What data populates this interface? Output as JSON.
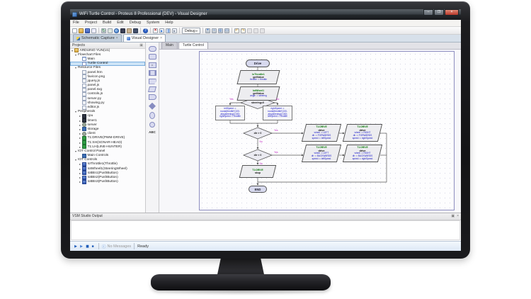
{
  "window": {
    "title": "WiFi Turtle Control - Proteus 8 Professional (DEV) - Visual Designer",
    "buttons": {
      "minimize": "–",
      "maximize": "❐",
      "close": "×"
    }
  },
  "menu": {
    "items": [
      {
        "label": "File"
      },
      {
        "label": "Project"
      },
      {
        "label": "Build"
      },
      {
        "label": "Edit"
      },
      {
        "label": "Debug"
      },
      {
        "label": "System"
      },
      {
        "label": "Help"
      }
    ]
  },
  "toolbar": {
    "icons": [
      {
        "icon": "new-file"
      },
      {
        "icon": "open-folder"
      },
      {
        "icon": "save"
      },
      {
        "icon": "import-file"
      },
      {
        "icon": "sep"
      },
      {
        "icon": "refresh"
      },
      {
        "icon": "export"
      },
      {
        "icon": "world"
      },
      {
        "icon": "chip"
      },
      {
        "icon": "build"
      },
      {
        "icon": "debug-chip"
      },
      {
        "icon": "sep"
      },
      {
        "icon": "help"
      },
      {
        "icon": "sep"
      },
      {
        "icon": "sim-stop"
      },
      {
        "icon": "sim-play"
      },
      {
        "icon": "sim-pause"
      },
      {
        "icon": "sim-step"
      },
      {
        "icon": "sep"
      },
      {
        "icon": "debug-dd",
        "label": "Debug"
      },
      {
        "icon": "sep"
      },
      {
        "icon": "zoom-in"
      },
      {
        "icon": "zoom-out"
      },
      {
        "icon": "zoom-all"
      },
      {
        "icon": "zoom-area"
      },
      {
        "icon": "sep"
      },
      {
        "icon": "undo"
      },
      {
        "icon": "redo"
      },
      {
        "icon": "cut"
      },
      {
        "icon": "copy"
      },
      {
        "icon": "paste"
      }
    ]
  },
  "doc_tabs": {
    "tabs": [
      {
        "icon": "schematic",
        "label": "Schematic Capture",
        "close": "×"
      },
      {
        "icon": "visual",
        "label": "Visual Designer",
        "close": "×",
        "active": "1"
      }
    ]
  },
  "projects": {
    "title": "Projects",
    "pin": "▣",
    "tree": [
      {
        "d": "0",
        "exp": "▾",
        "icon": "folder",
        "label": "ARDUINO YUN(U1)"
      },
      {
        "d": "1",
        "exp": "▾",
        "label": "Flowchart Files"
      },
      {
        "d": "2",
        "icon": "doc",
        "label": "Main"
      },
      {
        "d": "2",
        "icon": "doc",
        "label": "Turtle Control",
        "sel": "1"
      },
      {
        "d": "1",
        "exp": "▾",
        "label": "Resource Files"
      },
      {
        "d": "2",
        "icon": "doc-gray",
        "label": "panel.htm"
      },
      {
        "d": "2",
        "icon": "doc-gray",
        "label": "favicon.png"
      },
      {
        "d": "2",
        "icon": "doc-gray",
        "label": "jquery.js"
      },
      {
        "d": "2",
        "icon": "doc-gray",
        "label": "panel.js"
      },
      {
        "d": "2",
        "icon": "doc-gray",
        "label": "panel.svg"
      },
      {
        "d": "2",
        "icon": "doc-gray",
        "label": "controls.js"
      },
      {
        "d": "2",
        "icon": "doc-gray",
        "label": "server.py"
      },
      {
        "d": "2",
        "icon": "doc-gray",
        "label": "showing.py"
      },
      {
        "d": "2",
        "icon": "doc-gray",
        "label": "editor.js"
      },
      {
        "d": "1",
        "exp": "▾",
        "label": "Peripherals"
      },
      {
        "d": "2",
        "exp": "▸",
        "icon": "chip-dark",
        "label": "cpu"
      },
      {
        "d": "2",
        "exp": "▸",
        "icon": "chip-dark",
        "label": "timer1"
      },
      {
        "d": "2",
        "exp": "▸",
        "icon": "gear",
        "label": "server"
      },
      {
        "d": "2",
        "exp": "▸",
        "icon": "storage",
        "label": "storage"
      },
      {
        "d": "2",
        "exp": "▸",
        "icon": "gear",
        "label": "client"
      },
      {
        "d": "2",
        "exp": "▸",
        "icon": "chip-green",
        "label": "T1:DRIVE(PWM-DRIVE)"
      },
      {
        "d": "2",
        "exp": "▸",
        "icon": "chip-green",
        "label": "T1:SH(SONAR-HEAD)"
      },
      {
        "d": "2",
        "exp": "▸",
        "icon": "chip-green",
        "label": "T1:LH(LINE-HUNTER)"
      },
      {
        "d": "1",
        "exp": "▾",
        "label": "IOT Control Panel"
      },
      {
        "d": "2",
        "icon": "panel",
        "label": "Main Controls"
      },
      {
        "d": "1",
        "exp": "▾",
        "label": "IOT Controls"
      },
      {
        "d": "2",
        "exp": "▸",
        "icon": "iot",
        "label": "IoThrottle1(Throttle)"
      },
      {
        "d": "2",
        "exp": "▸",
        "icon": "iot",
        "label": "IotWheel1(SteeringWheel)"
      },
      {
        "d": "2",
        "exp": "▸",
        "icon": "iot",
        "label": "IotBtn1(PushButton)"
      },
      {
        "d": "2",
        "exp": "▸",
        "icon": "iot",
        "label": "IotBtn2(PushButton)"
      },
      {
        "d": "2",
        "exp": "▸",
        "icon": "iot",
        "label": "IotBtn3(PushButton)"
      }
    ]
  },
  "palette": {
    "items": [
      {
        "icon": "terminal-tool"
      },
      {
        "icon": "process-tool"
      },
      {
        "icon": "assign-tool"
      },
      {
        "icon": "subroutine-tool"
      },
      {
        "icon": "event-tool"
      },
      {
        "icon": "io-tool"
      },
      {
        "icon": "delay-tool"
      },
      {
        "icon": "decision-tool"
      },
      {
        "icon": "storage-tool"
      },
      {
        "icon": "connector-tool"
      },
      {
        "icon": "label-tool",
        "label": "ABC"
      }
    ]
  },
  "editor": {
    "tabs": [
      {
        "label": "Main"
      },
      {
        "label": "Turtle Control",
        "active": "1"
      }
    ]
  },
  "flowchart": {
    "start_label": "Drive",
    "io1": {
      "header": "IoThrottle1",
      "method": "getValue",
      "line": "throttle := throttle"
    },
    "io2": {
      "header": "IotWheel1",
      "method": "getValue",
      "line": "angle := steering"
    },
    "d1": {
      "cond": "steering=0",
      "yes": "Yes",
      "no": "No"
    },
    "assign_left": {
      "l1": "leftSpeed :=",
      "l2": "round(throttle*(100-",
      "l3": "abs(steering))/100)",
      "l4": "rightSpeed := throttle"
    },
    "assign_right": {
      "l1": "rightSpeed :=",
      "l2": "round(throttle*(100-",
      "l3": "abs(steering))/100)",
      "l4": "leftSpeed := throttle"
    },
    "d2": {
      "cond": "dir > 0",
      "yes": "Yes",
      "no": "No"
    },
    "d3": {
      "cond": "dir < 0",
      "yes": "Yes",
      "no": "No"
    },
    "drive_fl": {
      "header": "T1:DRIVE",
      "method": "drive",
      "l1": "wheel := LEFT",
      "l2": "dir := FORWARDS",
      "l3": "speed := leftSpeed"
    },
    "drive_fr": {
      "header": "T1:DRIVE",
      "method": "drive",
      "l1": "wheel := RIGHT",
      "l2": "dir := FORWARDS",
      "l3": "speed := rightSpeed"
    },
    "drive_bl": {
      "header": "T1:DRIVE",
      "method": "drive",
      "l1": "wheel := LEFT",
      "l2": "dir := BACKWARDS",
      "l3": "speed := leftSpeed"
    },
    "drive_br": {
      "header": "T1:DRIVE",
      "method": "drive",
      "l1": "wheel := RIGHT",
      "l2": "dir := BACKWARDS",
      "l3": "speed := rightSpeed"
    },
    "stop": {
      "header": "T1:DRIVE",
      "method": "stop"
    },
    "end_label": "END"
  },
  "output": {
    "title": "VSM Studio Output",
    "pin": "▣",
    "close": "×"
  },
  "status": {
    "icons": [
      {
        "icon": "play"
      },
      {
        "icon": "play-alt"
      },
      {
        "icon": "pause"
      },
      {
        "icon": "stop"
      }
    ],
    "no_messages": "No Messages",
    "ready": "Ready"
  },
  "colors": {
    "accent_blue": "#2f63c8",
    "io_green": "#0a7a0a",
    "assign_blue": "#1414c8",
    "yesno_magenta": "#c428c4"
  }
}
